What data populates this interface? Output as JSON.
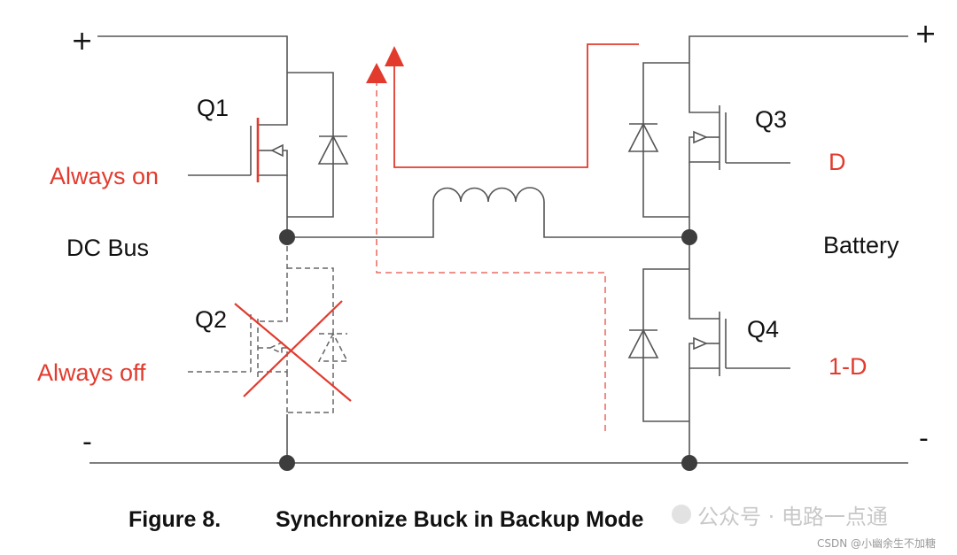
{
  "figure": {
    "caption_number": "Figure 8.",
    "caption_title": "Synchronize Buck in Backup Mode"
  },
  "left_side": {
    "plus": "+",
    "minus": "-",
    "name": "DC Bus"
  },
  "right_side": {
    "plus": "+",
    "minus": "-",
    "name": "Battery"
  },
  "switches": [
    {
      "id": "Q1",
      "drive": "Always on",
      "state": "on"
    },
    {
      "id": "Q2",
      "drive": "Always off",
      "state": "off"
    },
    {
      "id": "Q3",
      "drive": "D",
      "state": "switching"
    },
    {
      "id": "Q4",
      "drive": "1-D",
      "state": "switching"
    }
  ],
  "colors": {
    "accent": "#e23b2e",
    "wire": "#555555",
    "node": "#3d3d3d"
  },
  "watermark": {
    "account": "公众号 · 电路一点通",
    "source": "CSDN @小幽余生不加糖"
  }
}
